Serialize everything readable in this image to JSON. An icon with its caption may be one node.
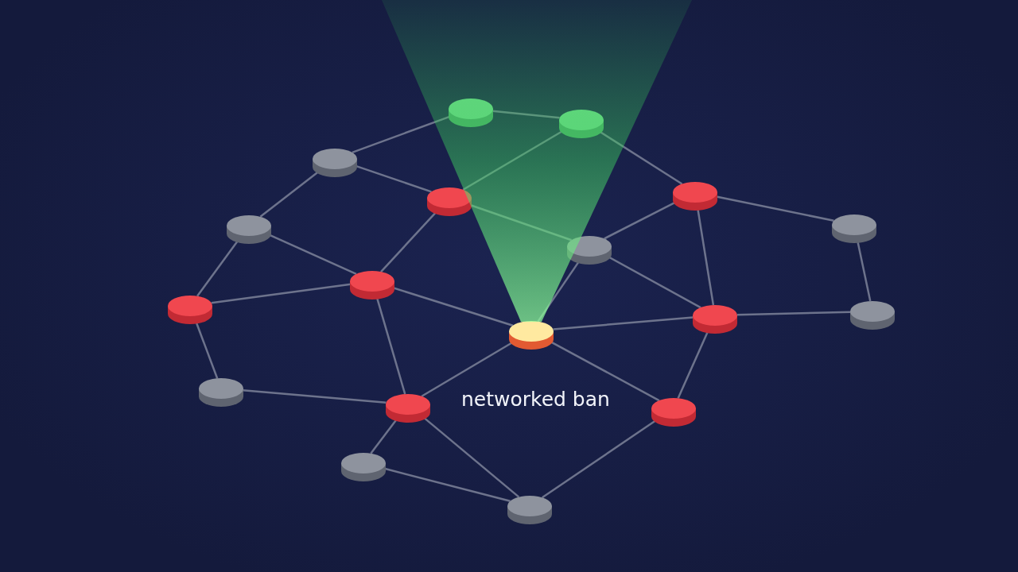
{
  "diagram": {
    "nodes": [
      {
        "text": [],
        "shape": "circle"
      },
      {
        "text": [],
        "shape": "circle"
      },
      {
        "text": [],
        "shape": "circle"
      },
      {
        "text": [],
        "shape": "circle"
      },
      {
        "text": [],
        "shape": "circle"
      },
      {
        "text": [],
        "shape": "circle"
      },
      {
        "text": [],
        "shape": "circle"
      },
      {
        "text": [],
        "shape": "circle"
      },
      {
        "text": [],
        "shape": "circle"
      },
      {
        "text": [],
        "shape": "circle"
      },
      {
        "text": [],
        "shape": "circle"
      },
      {
        "text": [],
        "shape": "circle"
      },
      {
        "text": [],
        "shape": "circle"
      },
      {
        "text": [],
        "shape": "circle"
      },
      {
        "text": [],
        "shape": "circle"
      },
      {
        "text": [],
        "shape": "circle"
      },
      {
        "text": [],
        "shape": "circle"
      },
      {
        "text": [],
        "shape": "circle"
      }
    ],
    "edges": [
      {
        "from": 0,
        "to": 1,
        "arrow": "none"
      },
      {
        "from": 2,
        "to": 0,
        "arrow": "none"
      },
      {
        "from": 1,
        "to": 3,
        "arrow": "none"
      },
      {
        "from": 1,
        "to": 4,
        "arrow": "none"
      },
      {
        "from": 2,
        "to": 3,
        "arrow": "none"
      },
      {
        "from": 2,
        "to": 5,
        "arrow": "none"
      },
      {
        "from": 3,
        "to": 8,
        "arrow": "none"
      },
      {
        "from": 3,
        "to": 7,
        "arrow": "none"
      },
      {
        "from": 4,
        "to": 7,
        "arrow": "none"
      },
      {
        "from": 4,
        "to": 6,
        "arrow": "none"
      },
      {
        "from": 4,
        "to": 11,
        "arrow": "none"
      },
      {
        "from": 6,
        "to": 12,
        "arrow": "none"
      },
      {
        "from": 5,
        "to": 9,
        "arrow": "none"
      },
      {
        "from": 5,
        "to": 8,
        "arrow": "none"
      },
      {
        "from": 8,
        "to": 9,
        "arrow": "none"
      },
      {
        "from": 8,
        "to": 10,
        "arrow": "none"
      },
      {
        "from": 8,
        "to": 14,
        "arrow": "none"
      },
      {
        "from": 7,
        "to": 10,
        "arrow": "none"
      },
      {
        "from": 7,
        "to": 11,
        "arrow": "none"
      },
      {
        "from": 9,
        "to": 13,
        "arrow": "none"
      },
      {
        "from": 10,
        "to": 11,
        "arrow": "none"
      },
      {
        "from": 11,
        "to": 12,
        "arrow": "none"
      },
      {
        "from": 11,
        "to": 15,
        "arrow": "none"
      },
      {
        "from": 10,
        "to": 14,
        "arrow": "none"
      },
      {
        "from": 10,
        "to": 15,
        "arrow": "none"
      },
      {
        "from": 13,
        "to": 14,
        "arrow": "none"
      },
      {
        "from": 14,
        "to": 16,
        "arrow": "none"
      },
      {
        "from": 14,
        "to": 17,
        "arrow": "none"
      },
      {
        "from": 16,
        "to": 17,
        "arrow": "none"
      },
      {
        "from": 15,
        "to": 17,
        "arrow": "none"
      }
    ],
    "labels": [
      "networked ban"
    ]
  }
}
